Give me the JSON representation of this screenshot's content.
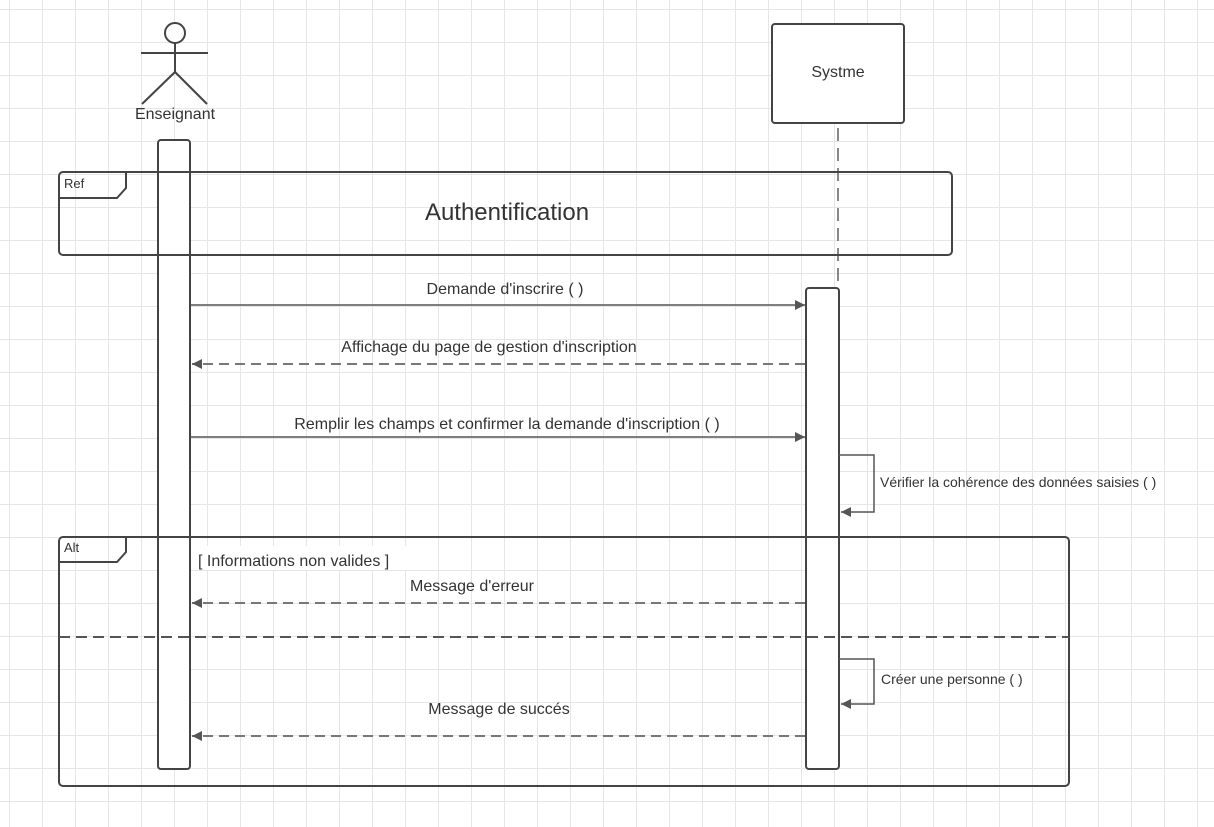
{
  "actors": {
    "teacher": {
      "label": "Enseignant"
    },
    "system": {
      "label": "Systme"
    }
  },
  "frames": {
    "ref": {
      "tag": "Ref",
      "title": "Authentification"
    },
    "alt": {
      "tag": "Alt",
      "guard": "[ Informations non valides ]"
    }
  },
  "messages": {
    "request_signup": "Demande d'inscrire ( )",
    "show_page": "Affichage du page de gestion d'inscription",
    "fill_fields": "Remplir les champs et confirmer la demande d'inscription ( )",
    "verify": "Vérifier la cohérence des données  saisies ( )",
    "error_msg": "Message d'erreur",
    "create_person": "Créer une personne ( )",
    "success_msg": "Message de succés"
  }
}
